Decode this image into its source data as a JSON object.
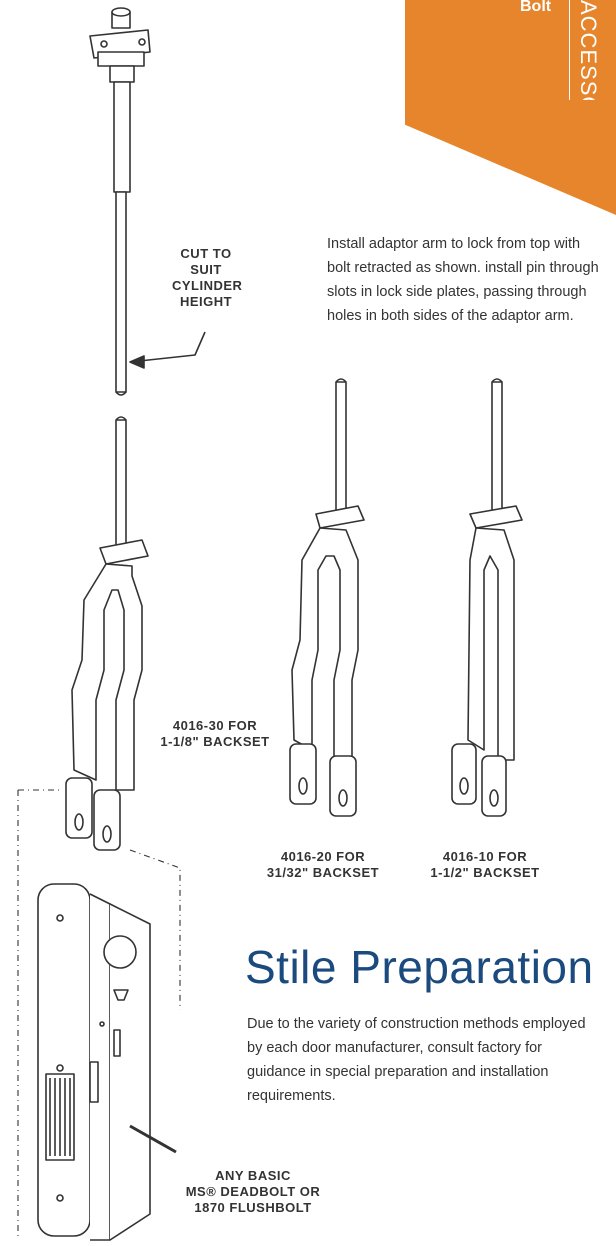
{
  "corner_tab": {
    "label": "Bolt",
    "vertical_text": "ACCESSORIES",
    "color": "#e6852b"
  },
  "callouts": {
    "cut_to_suit": "CUT TO\nSUIT\nCYLINDER\nHEIGHT",
    "arm_30": "4016-30 FOR\n1-1/8\" BACKSET",
    "arm_20": "4016-20 FOR\n31/32\" BACKSET",
    "arm_10": "4016-10 FOR\n1-1/2\" BACKSET",
    "deadbolt": "ANY BASIC\nMS® DEADBOLT OR\n1870 FLUSHBOLT"
  },
  "install_note": "Install adaptor arm to lock from top with bolt retracted as shown. install pin through slots in lock side plates, passing through holes in both sides of the adaptor arm.",
  "stile": {
    "title": "Stile Preparation",
    "body": "Due to the variety of construction methods employed by each door manufacturer, consult factory for guidance in special preparation and installation requirements."
  },
  "colors": {
    "title_blue": "#1a4a7e",
    "line": "#333333"
  }
}
